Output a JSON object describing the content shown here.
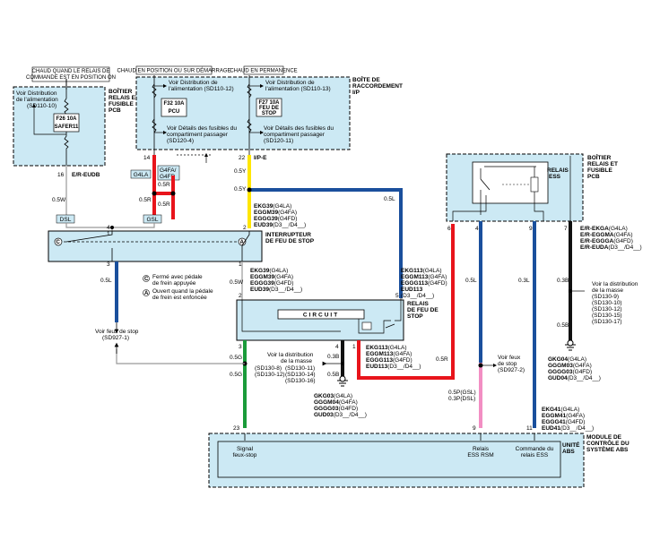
{
  "headers": {
    "hot_relay": "CHAUD QUAND LE RELAIS DE COMMANDE EST EN POSITION ON",
    "hot_run": "CHAUD EN POSITION OU SUR DÉMARRAGE",
    "hot_always": "CHAUD EN PERMANENCE"
  },
  "boxes": {
    "relay_pcb_title": [
      "BOÎTIER",
      "RELAIS ET",
      "FUSIBLE",
      "PCB"
    ],
    "ip_junction_title": [
      "BOÎTE DE",
      "RACCORDEMENT",
      "I/P"
    ],
    "ess_pcb_title": [
      "BOÎTIER",
      "RELAIS ET",
      "FUSIBLE",
      "PCB"
    ],
    "relais_ess": [
      "RELAIS",
      "ESS"
    ],
    "switch_title": [
      "INTERRUPTEUR",
      "DE FEU DE STOP"
    ],
    "brake_relay_title": [
      "RELAIS",
      "DE FEU DE",
      "STOP"
    ],
    "circuit": "CIRCUIT",
    "abs_title": [
      "MODULE DE",
      "CONTRÔLE DU",
      "SYSTÈME ABS"
    ],
    "unite": "UNITÉ",
    "abs": "ABS"
  },
  "fuses": {
    "f26": [
      "F26 10A",
      "SAFER11"
    ],
    "f32": [
      "F32 10A",
      "PCU"
    ],
    "f27": [
      "F27 10A",
      "FEU DE",
      "STOP"
    ]
  },
  "refs": {
    "alim_sd110_10": [
      "Voir Distribution",
      "de l'alimentation",
      "(SD110-10)"
    ],
    "alim_sd110_12": [
      "Voir Distribution de",
      "l'alimentation (SD110-12)"
    ],
    "alim_sd110_13": [
      "Voir Distribution de",
      "l'alimentation (SD110-13)"
    ],
    "fus_sd120_4": [
      "Voir Détails des fusibles du",
      "compartiment passager",
      "(SD120-4)"
    ],
    "fus_sd120_11": [
      "Voir Détails des fusibles du",
      "compartiment passager",
      "(SD120-11)"
    ],
    "feux_sd927_1": [
      "Voir feux de stop",
      "(SD927-1)"
    ],
    "masse_center": [
      "Voir la distribution",
      "de la masse",
      "(SD130-8)",
      "(SD130-11)",
      "(SD130-12)",
      "(SD130-14)",
      "(SD130-16)"
    ],
    "feux_sd927_2": [
      "Voir feux",
      "de stop",
      "(SD927-2)"
    ],
    "masse_right": [
      "Voir la distribution",
      "de la masse",
      "(SD130-9)",
      "(SD130-10)",
      "(SD130-12)",
      "(SD130-15)",
      "(SD130-17)"
    ],
    "legend_closed": [
      "Fermé avec pédale",
      "de frein appuyée"
    ],
    "legend_open": [
      "Ouvert quand la pédale",
      "de frein est enfoncée"
    ]
  },
  "connectors": {
    "e_r_eudb": "E/R-EUDB",
    "i_p_e": "I/P-E",
    "dsl": "DSL",
    "gsl": "GSL",
    "g4la": "G4LA",
    "g4fa_g4fd": [
      "G4FA/",
      "G4FD"
    ],
    "ekg39": [
      [
        "EKG39",
        "(G4LA)"
      ],
      [
        "EGGM39",
        "(G4FA)"
      ],
      [
        "EGGG39",
        "(G4FD)"
      ],
      [
        "EUD39",
        "(D3__/D4__)"
      ]
    ],
    "ekg39b": [
      [
        "EKG39",
        "(G4LA)"
      ],
      [
        "EGGM39",
        "(G4FA)"
      ],
      [
        "EGGG39",
        "(G4FD)"
      ],
      [
        "EUD39",
        "(D3__/D4__)"
      ]
    ],
    "ekg113a": [
      [
        "EKG113",
        "(G4LA)"
      ],
      [
        "EGGM113",
        "(G4FA)"
      ],
      [
        "EGGG113",
        "(G4FD)"
      ],
      [
        "EUD113",
        ""
      ],
      [
        "(D3__/D4__)",
        ""
      ]
    ],
    "ekg113b": [
      [
        "EKG113",
        "(G4LA)"
      ],
      [
        "EGGM113",
        "(G4FA)"
      ],
      [
        "EGGG113",
        "(G4FD)"
      ],
      [
        "EUD113",
        "(D3__/D4__)"
      ]
    ],
    "ekga": [
      [
        "E/R-EKGA",
        "(G4LA)"
      ],
      [
        "E/R-EGGMA",
        "(G4FA)"
      ],
      [
        "E/R-EGGGA",
        "(G4FD)"
      ],
      [
        "E/R-EUDA",
        "(D3__/D4__)"
      ]
    ],
    "gkg03": [
      [
        "GKG03",
        "(G4LA)"
      ],
      [
        "GGGM04",
        "(G4FA)"
      ],
      [
        "GGGG03",
        "(G4FD)"
      ],
      [
        "GUD03",
        "(D3__/D4__)"
      ]
    ],
    "gkg04": [
      [
        "GKG04",
        "(G4LA)"
      ],
      [
        "GGGM03",
        "(G4FA)"
      ],
      [
        "GGGG03",
        "(G4FD)"
      ],
      [
        "GUD04",
        "(D3__/D4__)"
      ]
    ],
    "ekg41": [
      [
        "EKG41",
        "(G4LA)"
      ],
      [
        "EGGM41",
        "(G4FA)"
      ],
      [
        "EGGG41",
        "(G4FD)"
      ],
      [
        "EUD41",
        "(D3__/D4__)"
      ]
    ]
  },
  "wires": {
    "w1": "0.5W",
    "w2": "0.5R",
    "w3": "0.5R",
    "w4": "0.5R",
    "w5": "0.5Y",
    "w6": "0.5Y",
    "w7": "0.5L",
    "w8": "0.5L",
    "w9": "0.5W",
    "w10": "0.5G",
    "w11": "0.5G",
    "w12": "0.3B",
    "w13": "0.5B",
    "w14": "0.5R",
    "w15": "0.5P(GSL)",
    "w16": "0.3P(DSL)",
    "w17": "0.3L",
    "w18": "0.3B",
    "w19": "0.5B"
  },
  "pins": {
    "p16": "16",
    "p14": "14",
    "p22": "22",
    "p4a": "4",
    "p1": "1",
    "p2": "2",
    "p3": "3",
    "p2b": "2",
    "p1b": "1",
    "p5": "5",
    "p3b": "3",
    "p4": "4",
    "p6": "6",
    "p4c": "4",
    "p9": "9",
    "p7": "7",
    "p23": "23",
    "p9b": "9",
    "p11": "11"
  },
  "switch_marks": {
    "c": "C",
    "a": "A"
  },
  "abs_inputs": {
    "signal": [
      "Signal",
      "feux-stop"
    ],
    "relais_rsm": [
      "Relais",
      "ESS RSM"
    ],
    "commande": [
      "Commande du",
      "relais ESS"
    ]
  },
  "colors": {
    "panel": "#cce9f4",
    "red": "#e8141b",
    "yellow": "#ffe600",
    "blue": "#1a4f9c",
    "green": "#1a9b3a",
    "pink": "#f28ec3",
    "black": "#111111"
  }
}
